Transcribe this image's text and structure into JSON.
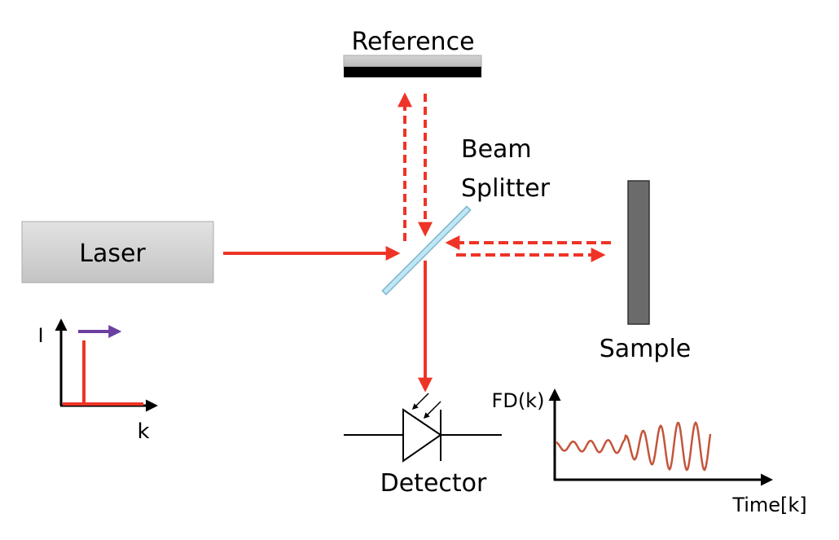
{
  "labels": {
    "reference": "Reference",
    "beam_splitter_line1": "Beam",
    "beam_splitter_line2": "Splitter",
    "laser": "Laser",
    "sample": "Sample",
    "detector": "Detector",
    "spectrum_y_axis": "I",
    "spectrum_x_axis": "k",
    "signal_y_axis": "FD(k)",
    "signal_x_axis": "Time[k]"
  },
  "colors": {
    "beam": "#ee3427",
    "sweep_arrow": "#6b3fa0",
    "signal_wave": "#c4553b",
    "beam_splitter": "#a9d8ec",
    "sample": "#6b6b6b"
  }
}
